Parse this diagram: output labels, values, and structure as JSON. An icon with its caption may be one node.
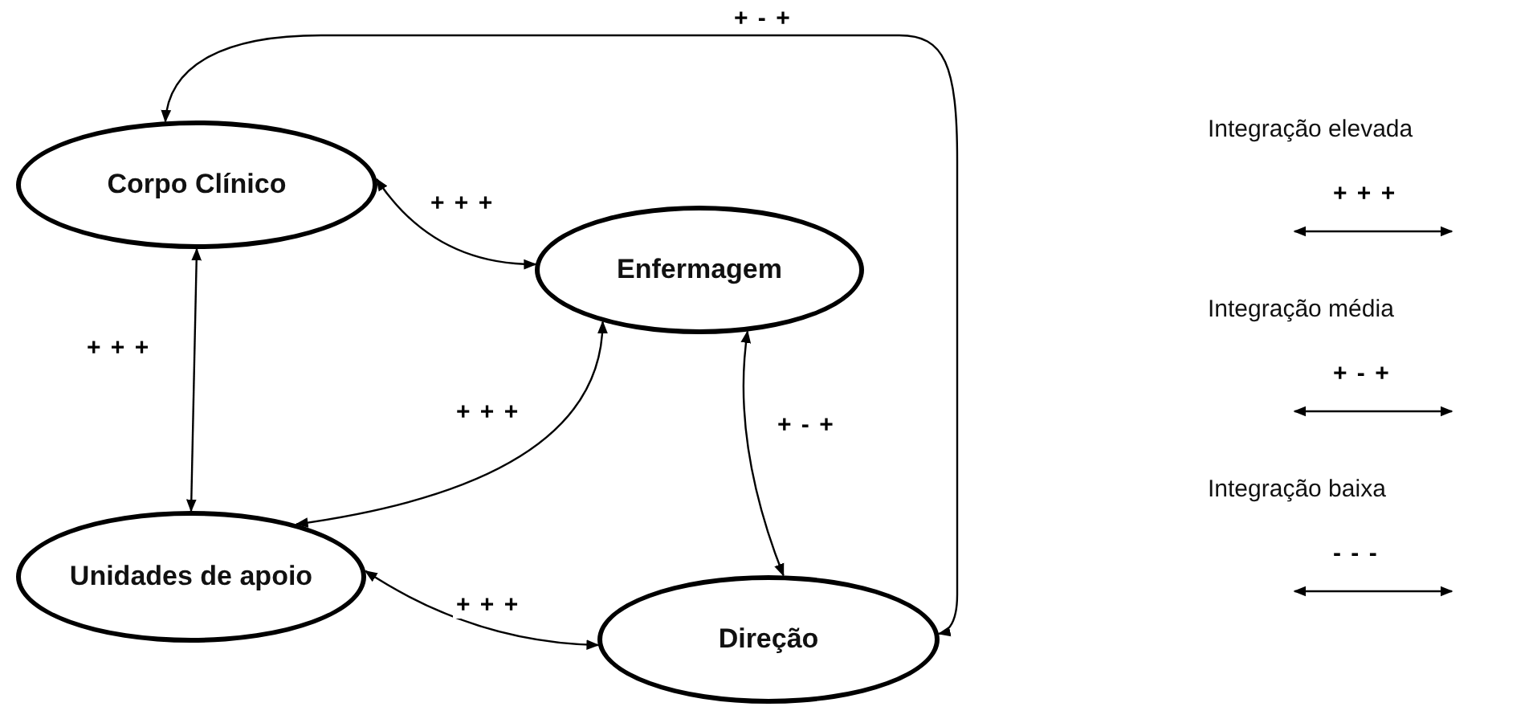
{
  "diagram": {
    "nodes": [
      {
        "text": [
          "Corpo Clínico"
        ]
      },
      {
        "text": [
          "Enfermagem"
        ]
      },
      {
        "text": [
          "Unidades de apoio"
        ]
      },
      {
        "text": [
          "Direção"
        ]
      }
    ],
    "edges": [
      {
        "from": 0,
        "to": 1,
        "arrow": "both",
        "label": "+ + +"
      },
      {
        "from": 0,
        "to": 2,
        "arrow": "both",
        "label": "+ + +"
      },
      {
        "from": 1,
        "to": 2,
        "arrow": "both",
        "label": "+ + +"
      },
      {
        "from": 1,
        "to": 3,
        "arrow": "both",
        "label": "+ - +"
      },
      {
        "from": 2,
        "to": 3,
        "arrow": "both",
        "label": "+ + +"
      },
      {
        "from": 0,
        "to": 3,
        "arrow": "both",
        "label": "+ - +"
      }
    ],
    "labels": [
      "+ + +",
      "+ - +",
      "- - -"
    ],
    "legend": [
      {
        "text": "Integração elevada"
      },
      {
        "text": "Integração média"
      },
      {
        "text": "Integração baixa"
      }
    ]
  }
}
